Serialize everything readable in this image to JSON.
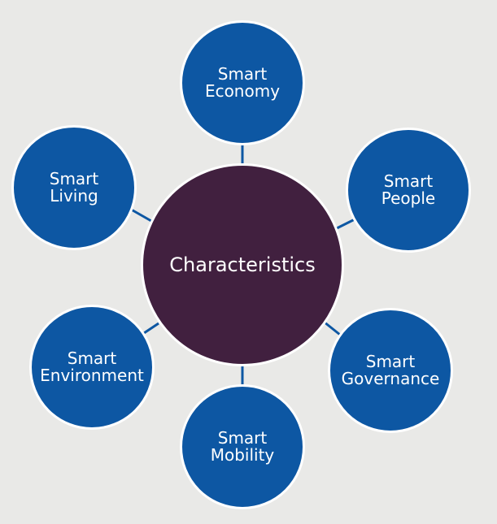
{
  "colors": {
    "background": "#e9e9e7",
    "hub": "#41203f",
    "node": "#0d57a3",
    "connector": "#0d57a3",
    "text": "#ffffff"
  },
  "hub": {
    "label": "Characteristics"
  },
  "nodes": [
    {
      "id": "economy",
      "line1": "Smart",
      "line2": "Economy"
    },
    {
      "id": "people",
      "line1": "Smart",
      "line2": "People"
    },
    {
      "id": "governance",
      "line1": "Smart",
      "line2": "Governance"
    },
    {
      "id": "mobility",
      "line1": "Smart",
      "line2": "Mobility"
    },
    {
      "id": "environment",
      "line1": "Smart",
      "line2": "Environment"
    },
    {
      "id": "living",
      "line1": "Smart",
      "line2": "Living"
    }
  ]
}
